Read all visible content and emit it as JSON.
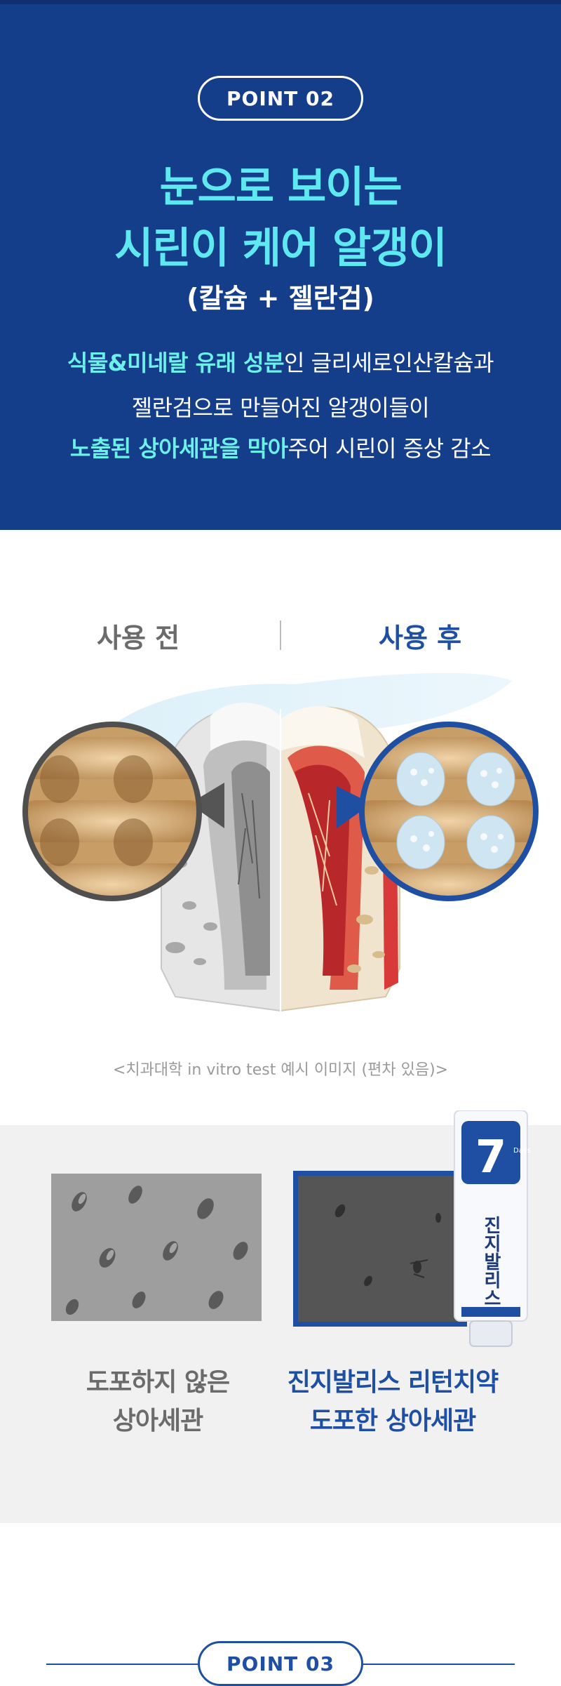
{
  "point_badge": "POINT 02",
  "title_line1": "눈으로 보이는",
  "title_line2": "시린이 케어 알갱이",
  "subtitle": "(칼슘 + 젤란검)",
  "desc": {
    "line1_hl": "식물&미네랄 유래 성분",
    "line1_rest": "인 글리세로인산칼슘과",
    "line2": "젤란검으로 만들어진 알갱이들이",
    "line3_hl": "노출된 상아세관을 막아",
    "line3_rest": "주어  시린이 증상 감소"
  },
  "before_label": "사용 전",
  "after_label": "사용 후",
  "caption": "<치과대학 in vitro test 예시 이미지 (편차 있음)>",
  "compare": {
    "left_line1": "도포하지 않은",
    "left_line2": "상아세관",
    "right_line1": "진지발리스 리턴치약",
    "right_line2": "도포한 상아세관"
  },
  "product": {
    "brand_vertical": "진지발리스",
    "days_badge": "7",
    "days_text": "Days"
  },
  "point3_badge": "POINT 03",
  "colors": {
    "navy": "#143d8a",
    "cyan": "#5ee8f0",
    "brand_blue": "#1e4fa3"
  }
}
